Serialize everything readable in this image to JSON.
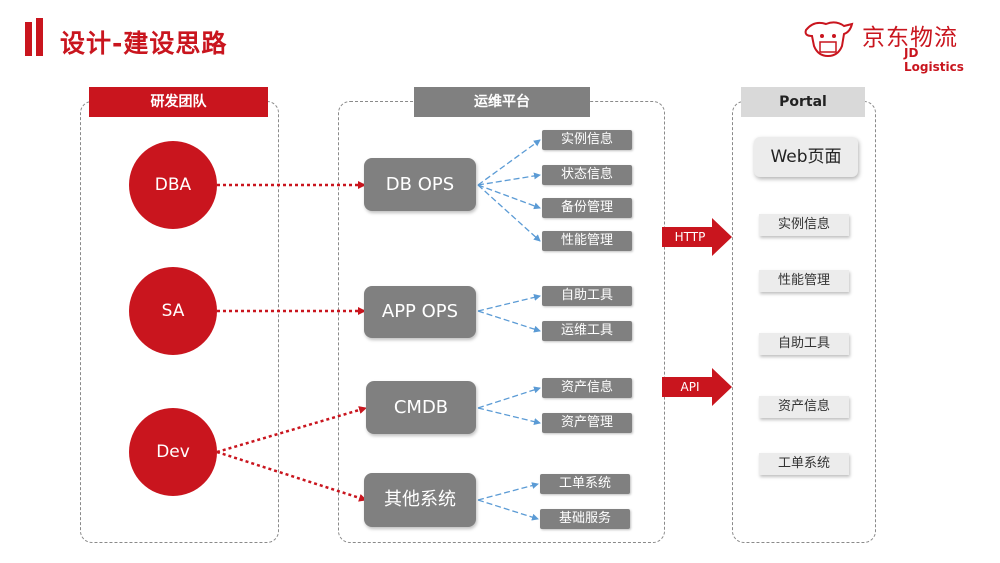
{
  "title": "设计-建设思路",
  "logo": {
    "cn": "京东物流",
    "en": "JD Logistics"
  },
  "groups": {
    "dev_team": "研发团队",
    "ops_platform": "运维平台",
    "portal": "Portal"
  },
  "roles": [
    "DBA",
    "SA",
    "Dev"
  ],
  "ops": {
    "db_ops": "DB OPS",
    "app_ops": "APP OPS",
    "cmdb": "CMDB",
    "other": "其他系统"
  },
  "ops_items": {
    "db": [
      "实例信息",
      "状态信息",
      "备份管理",
      "性能管理"
    ],
    "app": [
      "自助工具",
      "运维工具"
    ],
    "cmdb": [
      "资产信息",
      "资产管理"
    ],
    "other": [
      "工单系统",
      "基础服务"
    ]
  },
  "interfaces": {
    "http": "HTTP",
    "api": "API"
  },
  "portal": {
    "web": "Web页面",
    "items": [
      "实例信息",
      "性能管理",
      "自助工具",
      "资产信息",
      "工单系统"
    ]
  },
  "colors": {
    "accent": "#c9151e",
    "ops_gray": "#808080",
    "connector_blue": "#5b9bd5"
  }
}
